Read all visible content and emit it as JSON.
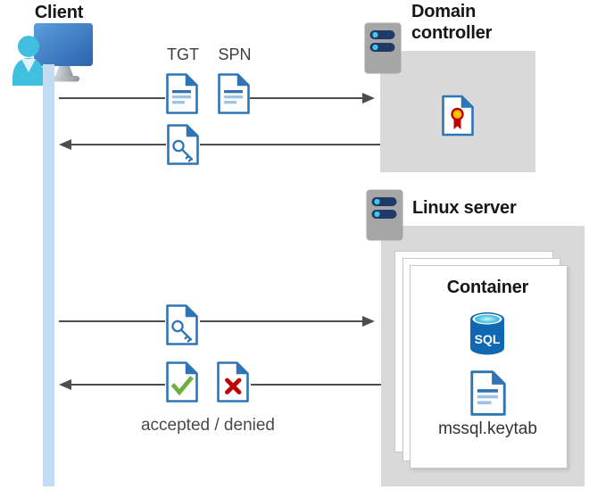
{
  "client": {
    "label": "Client"
  },
  "kerberos_flow": {
    "tgt_label": "TGT",
    "spn_label": "SPN",
    "result_label": "accepted / denied"
  },
  "domain_controller": {
    "label": "Domain controller"
  },
  "linux_server": {
    "label": "Linux server",
    "container": {
      "label": "Container",
      "sql_badge": "SQL",
      "keytab_label": "mssql.keytab"
    }
  },
  "icons": {
    "client": "user-at-monitor-icon",
    "server": "server-icon",
    "ticket": "document-icon",
    "session_key": "key-document-icon",
    "certificate": "certificate-document-icon",
    "accepted": "check-document-icon",
    "denied": "cross-document-icon",
    "database": "sql-database-icon",
    "keytab": "document-icon"
  },
  "colors": {
    "doc_border_blue": "#2e75b6",
    "doc_line_light_blue": "#9dc3e6",
    "box_gray": "#d9d9d9",
    "server_gray": "#a6a6a6",
    "server_bar_navy": "#203a68",
    "server_dot_cyan": "#43c7ea",
    "arrow_gray": "#4d4d4d",
    "check_green": "#6faf3f",
    "cross_red": "#c00000",
    "cert_yellow": "#ffc000",
    "sql_blue": "#1068b3",
    "person_cyan": "#40bfe1",
    "lifeline_blue": "#c3dcf4"
  }
}
